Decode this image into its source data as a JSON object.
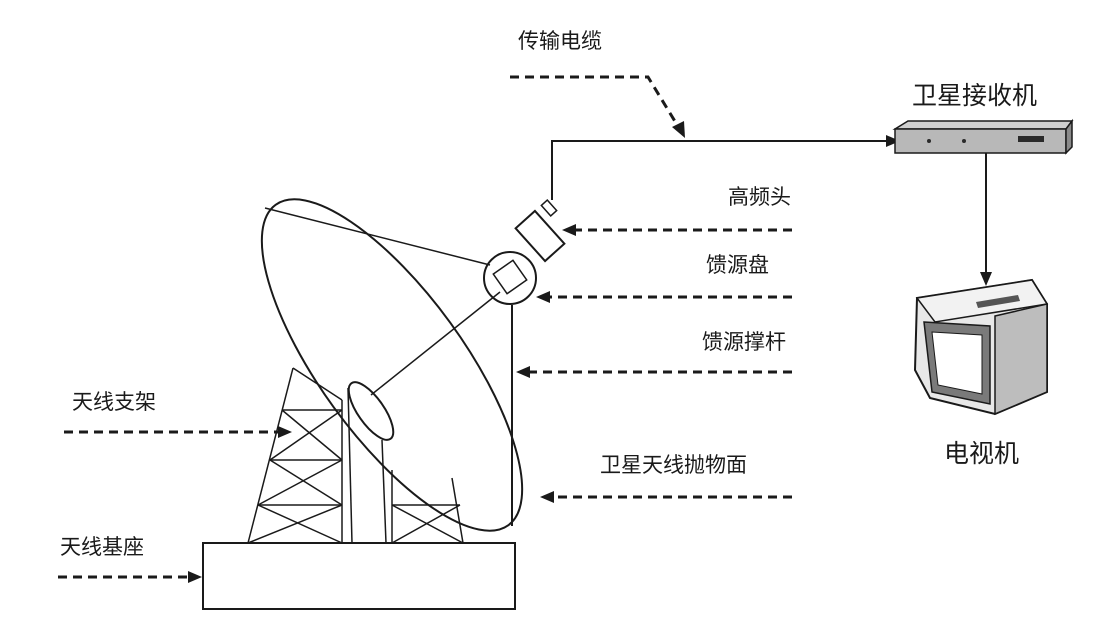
{
  "labels": {
    "cable": "传输电缆",
    "receiver": "卫星接收机",
    "lnb": "高频头",
    "feed_horn": "馈源盘",
    "feed_support": "馈源撑杆",
    "antenna_mount": "天线支架",
    "parabolic_dish": "卫星天线抛物面",
    "antenna_base": "天线基座",
    "television": "电视机"
  },
  "icons": [
    "satellite-dish-icon",
    "receiver-box-icon",
    "television-icon"
  ]
}
